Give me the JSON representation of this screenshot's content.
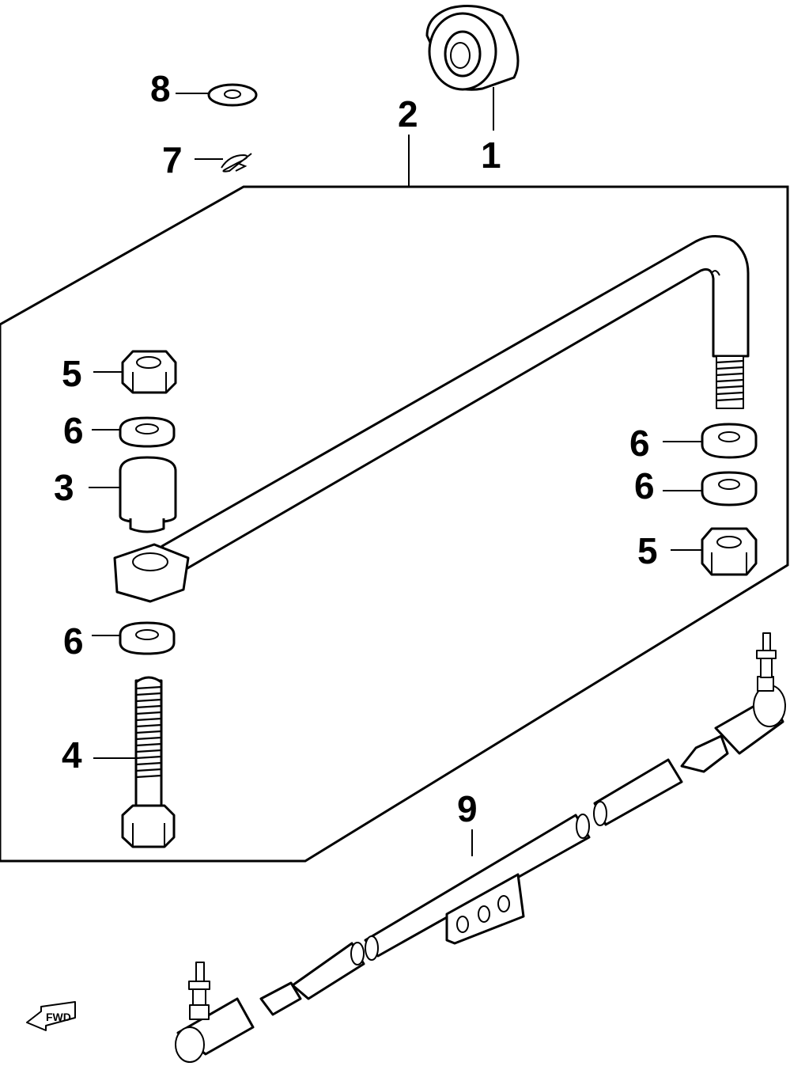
{
  "callouts": {
    "c1": "1",
    "c2": "2",
    "c3": "3",
    "c4": "4",
    "c5a": "5",
    "c5b": "5",
    "c6a": "6",
    "c6b": "6",
    "c6c": "6",
    "c6d": "6",
    "c7": "7",
    "c8": "8",
    "c9": "9"
  },
  "fwd_marker": {
    "label": "FWD",
    "icon": "forward-arrow-icon"
  }
}
